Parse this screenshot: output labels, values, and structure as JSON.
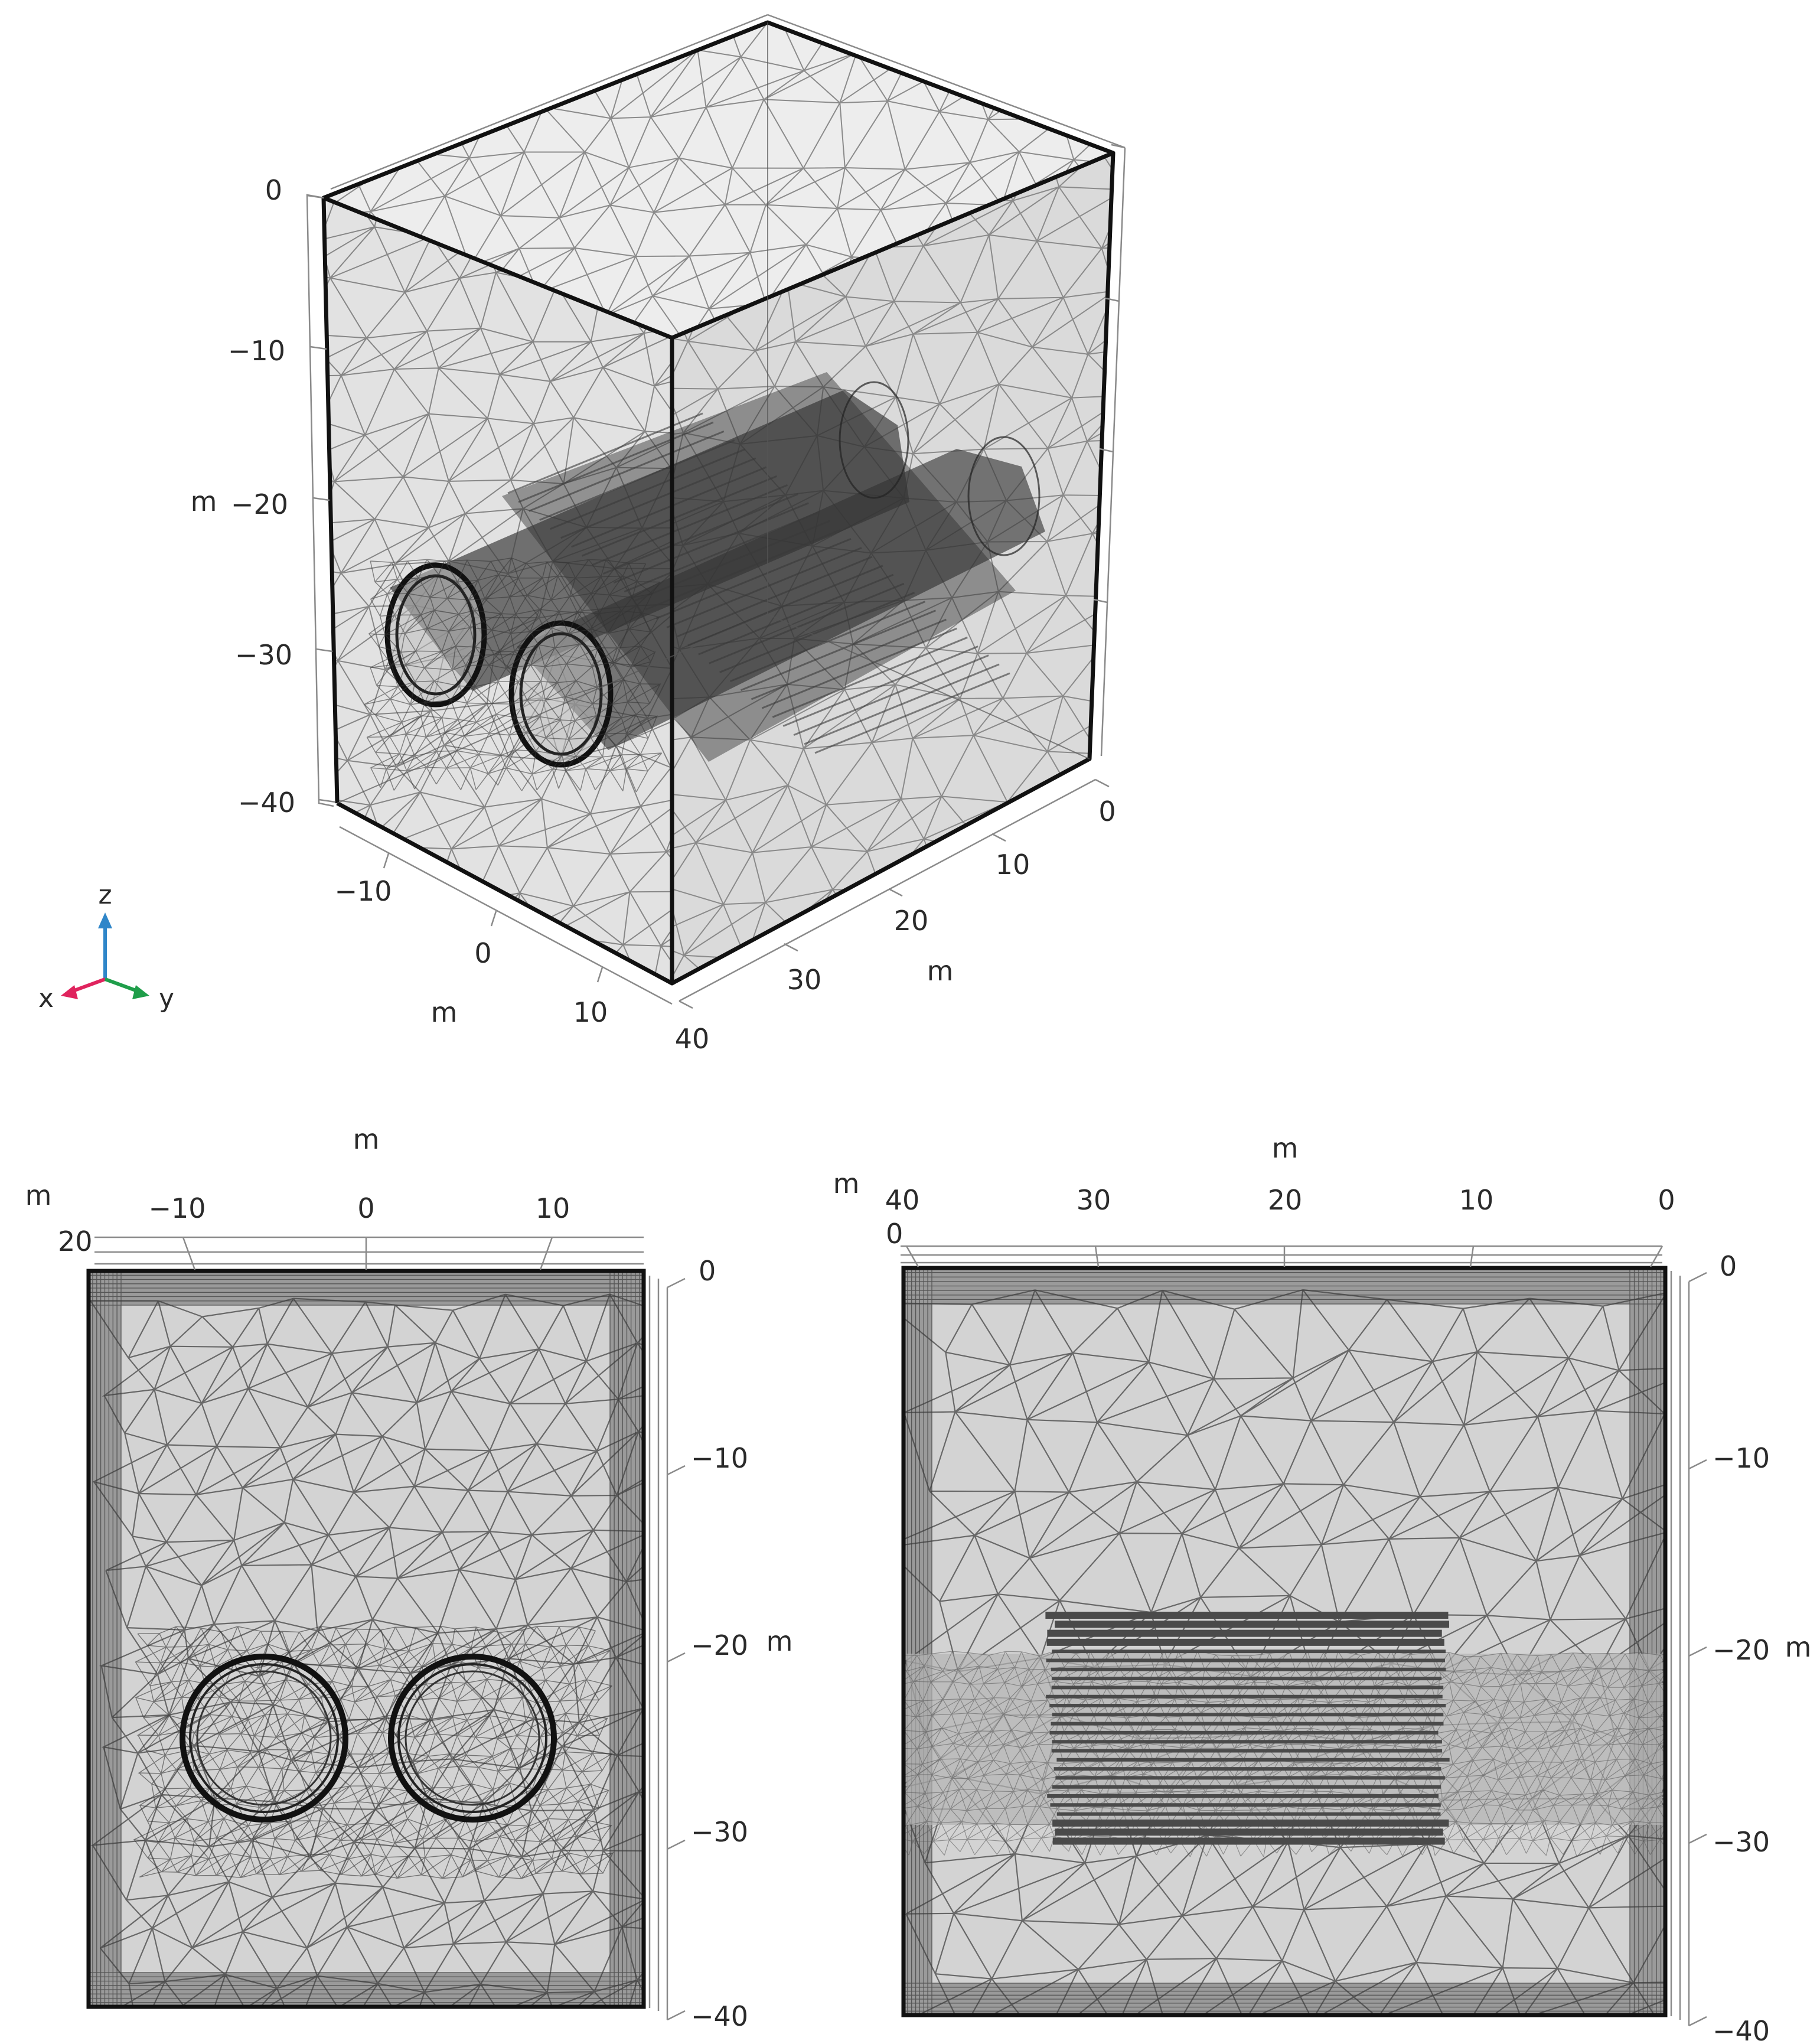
{
  "views": {
    "iso": {
      "z_ticks": [
        "0",
        "−10",
        "−20",
        "−30",
        "−40"
      ],
      "z_unit": "m",
      "x_ticks": [
        "−10",
        "0",
        "10"
      ],
      "x_unit": "m",
      "y_ticks": [
        "0",
        "10",
        "20",
        "30",
        "40"
      ],
      "y_unit": "m"
    },
    "front": {
      "top_ticks": [
        "−10",
        "0",
        "10"
      ],
      "top_unit": "m",
      "corner_tick": "20",
      "corner_unit": "m",
      "right_ticks": [
        "0",
        "−10",
        "−20",
        "−30",
        "−40"
      ],
      "right_unit": "m"
    },
    "side": {
      "top_ticks": [
        "40",
        "30",
        "20",
        "10",
        "0"
      ],
      "top_unit": "m",
      "corner_tick": "0",
      "corner_unit": "m",
      "right_ticks": [
        "0",
        "−10",
        "−20",
        "−30",
        "−40"
      ],
      "right_unit": "m"
    }
  },
  "triad": {
    "z": "z",
    "x": "x",
    "y": "y"
  },
  "colors": {
    "edge": "#111111",
    "mesh": "#3a3a3a",
    "face": "#d3d3d3",
    "tunnel": "#4a4a4a",
    "triad_z": "#2f86c9",
    "triad_x": "#e0245e",
    "triad_y": "#1f9e4a"
  }
}
